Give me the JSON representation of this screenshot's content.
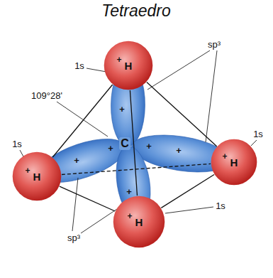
{
  "diagram": {
    "title": "Tetraedro",
    "nodes": [
      {
        "text": [
          "H",
          "+"
        ]
      },
      {
        "text": [
          "H",
          "+"
        ]
      },
      {
        "text": [
          "H",
          "+"
        ]
      },
      {
        "text": [
          "H",
          "+"
        ]
      }
    ],
    "edges": [
      {
        "from": 0,
        "to": 1,
        "arrow": "none"
      },
      {
        "from": 0,
        "to": 2,
        "arrow": "none"
      },
      {
        "from": 0,
        "to": 3,
        "arrow": "none"
      },
      {
        "from": 1,
        "to": 2,
        "arrow": "none"
      },
      {
        "from": 1,
        "to": 3,
        "arrow": "none"
      },
      {
        "from": 2,
        "to": 3,
        "arrow": "none"
      }
    ],
    "labels": [
      "1s",
      "1s",
      "1s",
      "1s",
      "109°28'",
      "sp³",
      "sp³",
      "C",
      "+",
      "+",
      "+",
      "+",
      "+",
      "+"
    ]
  }
}
